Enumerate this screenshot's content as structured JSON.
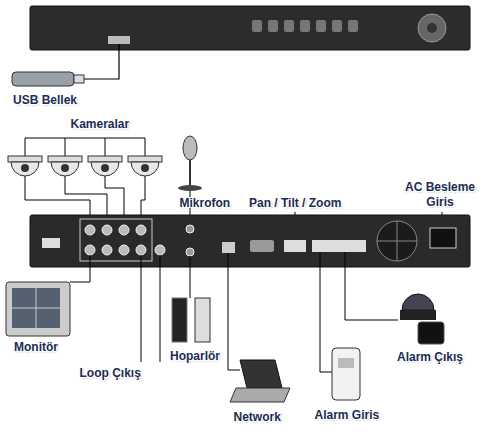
{
  "diagram": {
    "labels": [
      "USB Bellek",
      "Kameralar",
      "AC Besleme Giris",
      "Mikrofon",
      "Pan / Tilt / Zoom",
      "Monitör",
      "Loop Çıkış",
      "Hoparlör",
      "Network",
      "Alarm Giris",
      "Alarm Çıkış"
    ]
  }
}
